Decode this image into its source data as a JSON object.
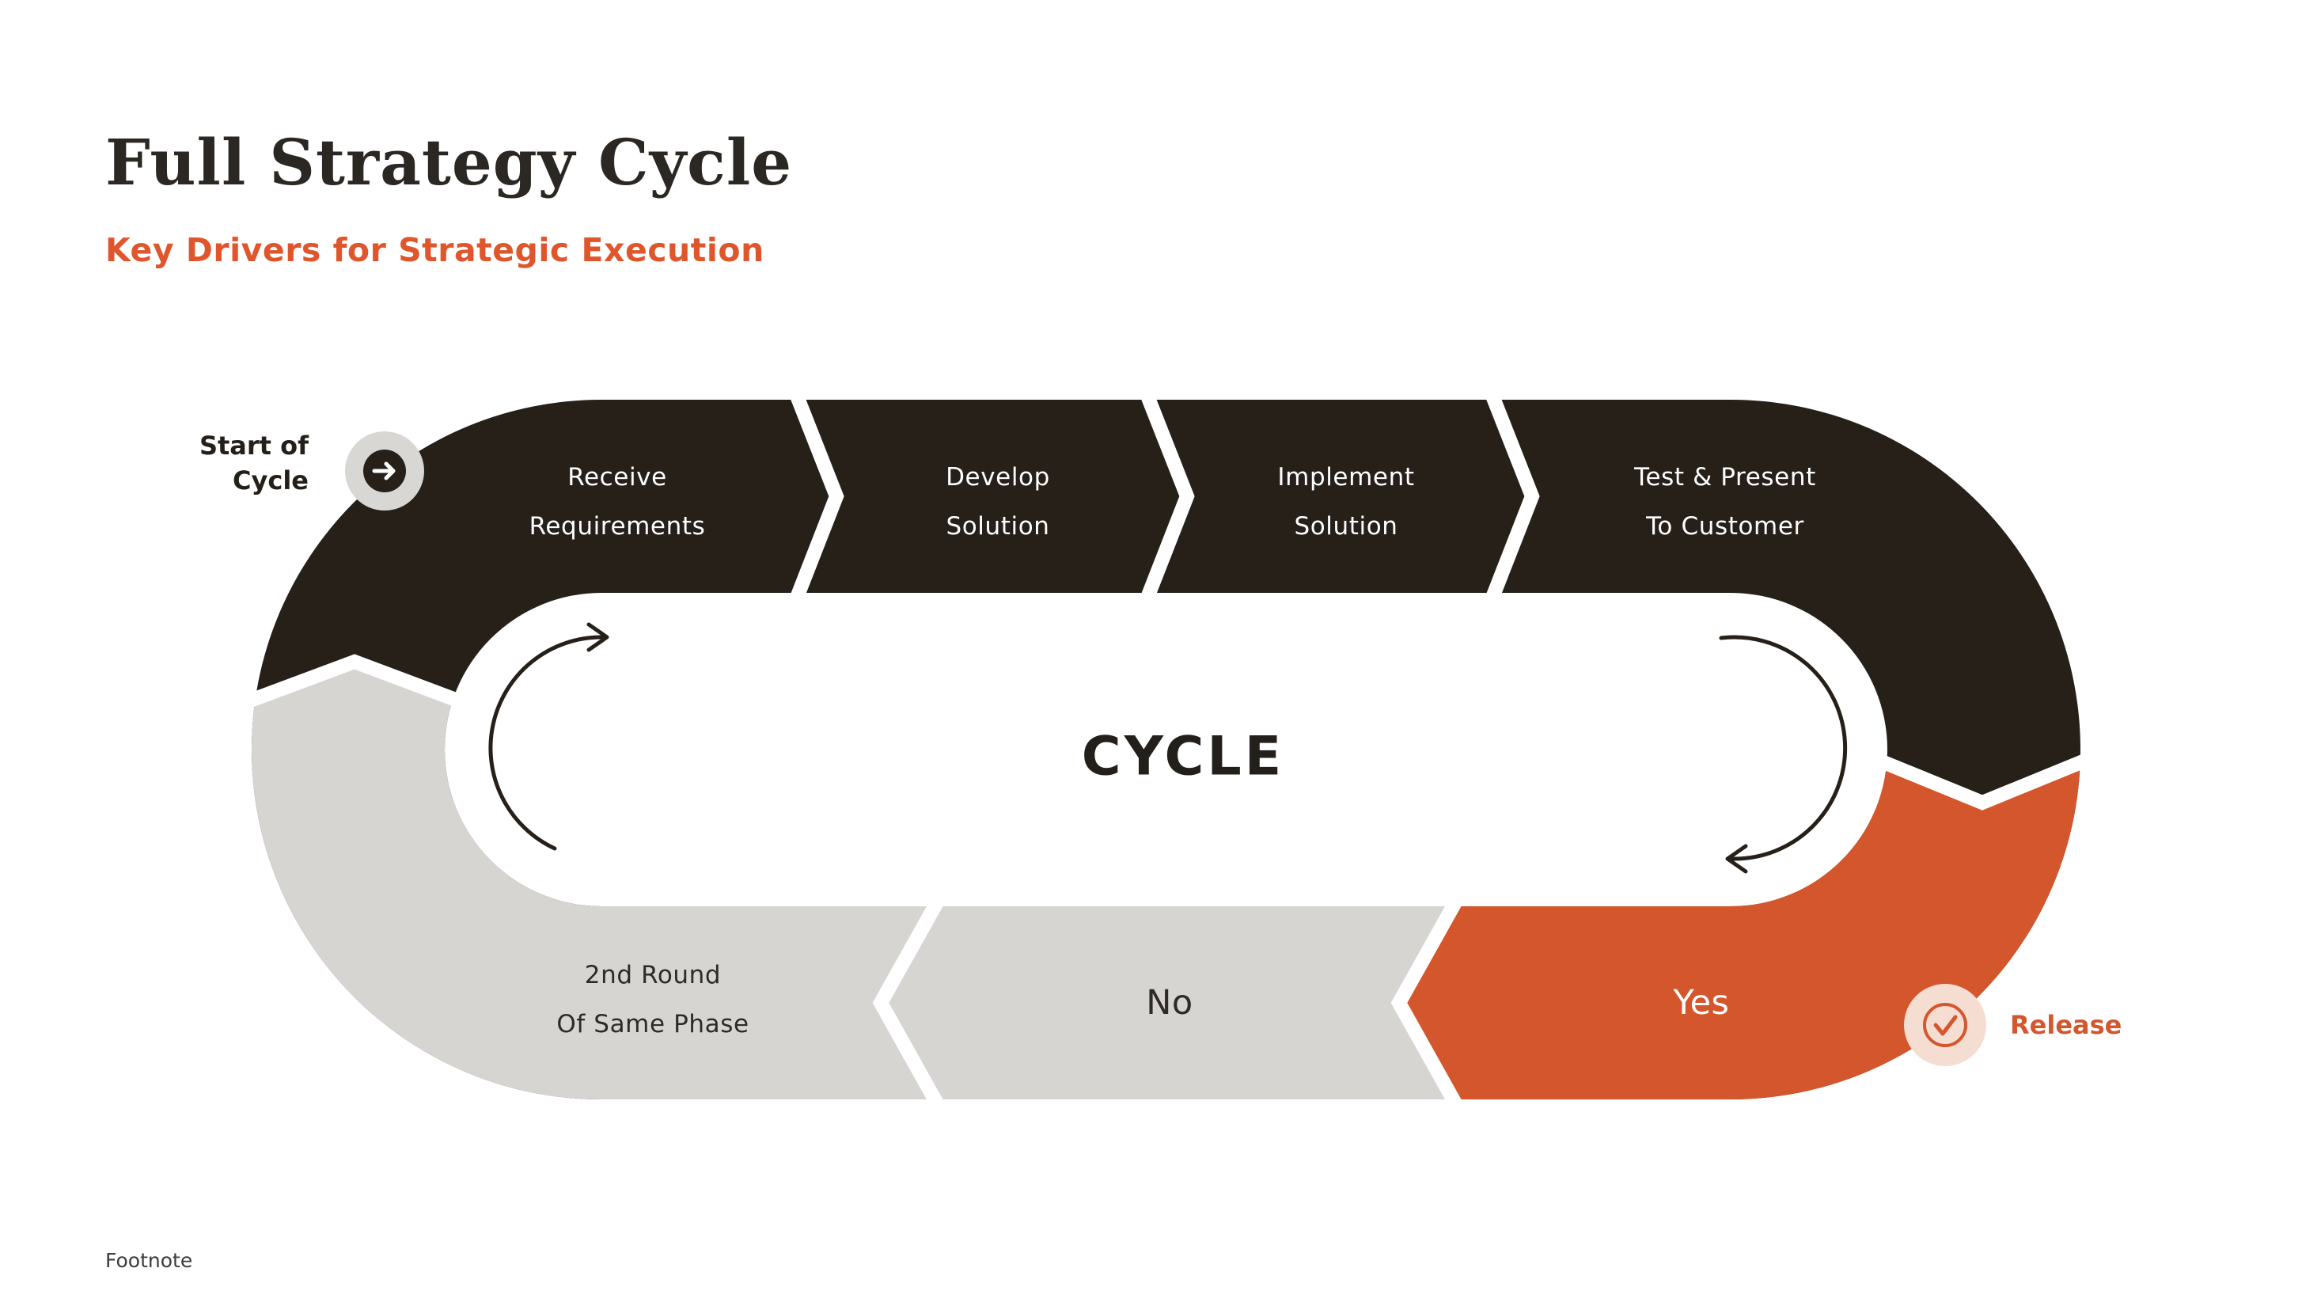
{
  "page": {
    "title": "Full Strategy Cycle",
    "subtitle": "Key Drivers for Strategic Execution",
    "footnote": "Footnote"
  },
  "diagram": {
    "center_label": "CYCLE",
    "start_label": "Start of\nCycle",
    "release_label": "Release",
    "top_steps": [
      {
        "label": "Receive\nRequirements"
      },
      {
        "label": "Develop\nSolution"
      },
      {
        "label": "Implement\nSolution"
      },
      {
        "label": "Test & Present\nTo Customer"
      }
    ],
    "bottom_steps": [
      {
        "label": "2nd Round\nOf Same Phase"
      },
      {
        "label": "No"
      },
      {
        "label": "Yes"
      }
    ],
    "icons": {
      "start": "arrow-right-circle-icon",
      "release": "check-circle-icon"
    },
    "colors": {
      "dark": "#262019",
      "orange": "#d4562d",
      "gray": "#d7d5d2",
      "pale": "#f6ddd2",
      "white": "#ffffff"
    }
  }
}
